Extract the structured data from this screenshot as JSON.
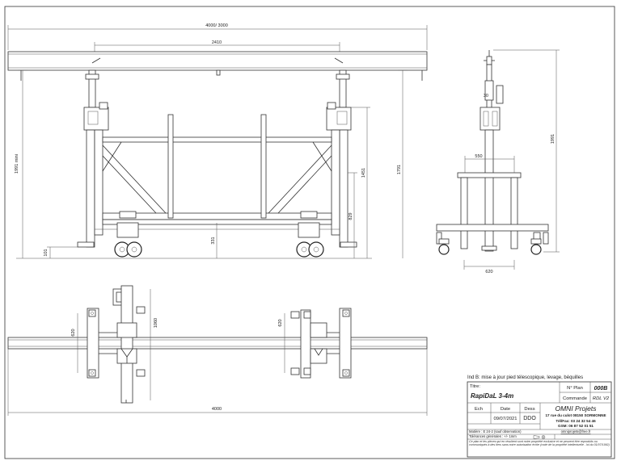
{
  "dims": {
    "overall_length_top": "4000/ 3000",
    "inner_width": "2410",
    "min_height": "1991 mini",
    "max_height": "1791",
    "side_height": "1991",
    "h_1451": "1451",
    "h_829": "829",
    "h_331": "331",
    "h_101": "101",
    "side_550": "550",
    "side_620": "620",
    "plan_620_left": "620",
    "plan_1060": "1060",
    "plan_620_right": "620",
    "plan_length": "4000"
  },
  "label_30": "30",
  "revision_note": "Ind B: mise à jour pied télescopique, levage, béquilles",
  "title_block": {
    "title_label": "Titre:",
    "title": "RapiDaL 3-4m",
    "plan_no_label": "N° Plan",
    "plan_no": "000B",
    "order_label": "Commande",
    "order": "RDL V2",
    "ech_label": "Ech",
    "date_label": "Date",
    "dess_label": "Dess",
    "date": "09/07/2021",
    "dess": "DDO",
    "company": "OMNI Projets",
    "address": "17 rue du culot 08150 SORMONNE",
    "tel": "Tél/Fax: 03 24 32 54 46",
    "gsm": "GSM: 06 87 52 01 51",
    "email": "omniprojets@free.fr",
    "material": "Matière : E 24-2 (sauf observation)",
    "tolerances": "Tolérances générales : +/- 1mm",
    "legal": "Ce plan et les pièces qui en résultent sont notre propriété exclusive et ne peuvent être reproduits ou communiqués à des tiers sans notre autorisation écrite (code de la propriété intellectuelle - loi du 01/07/1992)"
  },
  "icons": [
    "projection-symbol-icon"
  ],
  "colors": {
    "line": "#333333",
    "background": "#ffffff"
  }
}
